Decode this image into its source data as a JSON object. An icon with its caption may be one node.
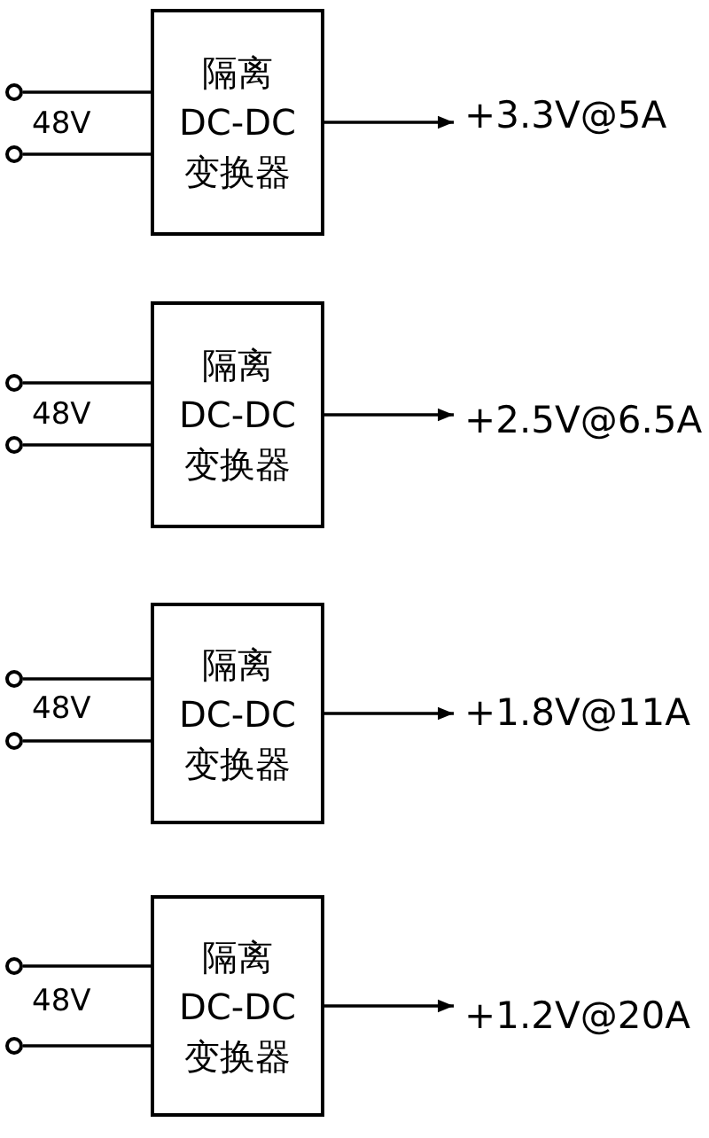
{
  "diagram": {
    "nodes": [
      {
        "text": [],
        "shape": "circle"
      },
      {
        "text": [],
        "shape": "circle"
      },
      {
        "text": [
          "隔离",
          "DC-DC",
          "变换器"
        ]
      },
      {
        "text": [
          "+3.3V@5A"
        ]
      },
      {
        "text": [],
        "shape": "circle"
      },
      {
        "text": [],
        "shape": "circle"
      },
      {
        "text": [
          "隔离",
          "DC-DC",
          "变换器"
        ]
      },
      {
        "text": [
          "+2.5V@6.5A"
        ]
      },
      {
        "text": [],
        "shape": "circle"
      },
      {
        "text": [],
        "shape": "circle"
      },
      {
        "text": [
          "隔离",
          "DC-DC",
          "变换器"
        ]
      },
      {
        "text": [
          "+1.8V@11A"
        ]
      },
      {
        "text": [],
        "shape": "circle"
      },
      {
        "text": [],
        "shape": "circle"
      },
      {
        "text": [
          "隔离",
          "DC-DC",
          "变换器"
        ]
      },
      {
        "text": [
          "+1.2V@20A"
        ]
      }
    ],
    "edges": [
      {
        "from": 0,
        "to": 2,
        "arrow": "none"
      },
      {
        "from": 1,
        "to": 2,
        "arrow": "none"
      },
      {
        "from": 2,
        "to": 3,
        "arrow": "to"
      },
      {
        "from": 4,
        "to": 6,
        "arrow": "none"
      },
      {
        "from": 5,
        "to": 6,
        "arrow": "none"
      },
      {
        "from": 6,
        "to": 7,
        "arrow": "to"
      },
      {
        "from": 8,
        "to": 10,
        "arrow": "none"
      },
      {
        "from": 9,
        "to": 10,
        "arrow": "none"
      },
      {
        "from": 10,
        "to": 11,
        "arrow": "to"
      },
      {
        "from": 12,
        "to": 14,
        "arrow": "none"
      },
      {
        "from": 13,
        "to": 14,
        "arrow": "none"
      },
      {
        "from": 14,
        "to": 15,
        "arrow": "to"
      }
    ],
    "labels": [
      "48V",
      "48V",
      "48V",
      "48V"
    ]
  }
}
